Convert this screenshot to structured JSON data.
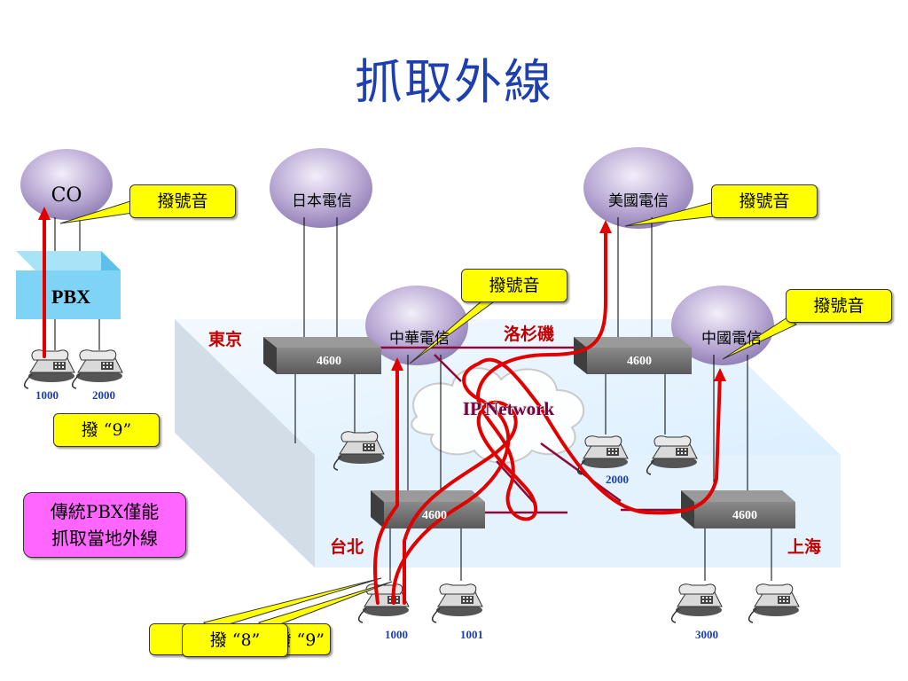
{
  "title": "抓取外線",
  "carriers": {
    "co": "CO",
    "japan": "日本電信",
    "usa": "美國電信",
    "taiwan": "中華電信",
    "china": "中國電信"
  },
  "pbx_label": "PBX",
  "cities": {
    "tokyo": "東京",
    "la": "洛杉磯",
    "taipei": "台北",
    "shanghai": "上海"
  },
  "switches": {
    "tokyo": "4600",
    "la": "4600",
    "taipei": "4600",
    "shanghai": "4600"
  },
  "network_label": "IP Network",
  "extensions": {
    "pbx_a": "1000",
    "pbx_b": "2000",
    "la_b": "2000",
    "taipei_a": "1000",
    "taipei_b": "1001",
    "shanghai_a": "3000"
  },
  "callouts": {
    "co_tone": "撥號音",
    "usa_tone": "撥號音",
    "taiwan_tone": "撥號音",
    "china_tone": "撥號音",
    "dial_9_left": "撥 “9”",
    "dial_9_bottom": "撥 “9”",
    "dial_8_bottom": "撥 “8”"
  },
  "note": {
    "line1": "傳統PBX僅能",
    "line2": "抓取當地外線"
  },
  "colors": {
    "title": "#1f3fb0",
    "call_path": "#e00000",
    "callout_bg": "#ffff00",
    "note_bg": "#ff66ff",
    "platform": "#e6f4fd",
    "pbx": "#7fd4f5"
  }
}
